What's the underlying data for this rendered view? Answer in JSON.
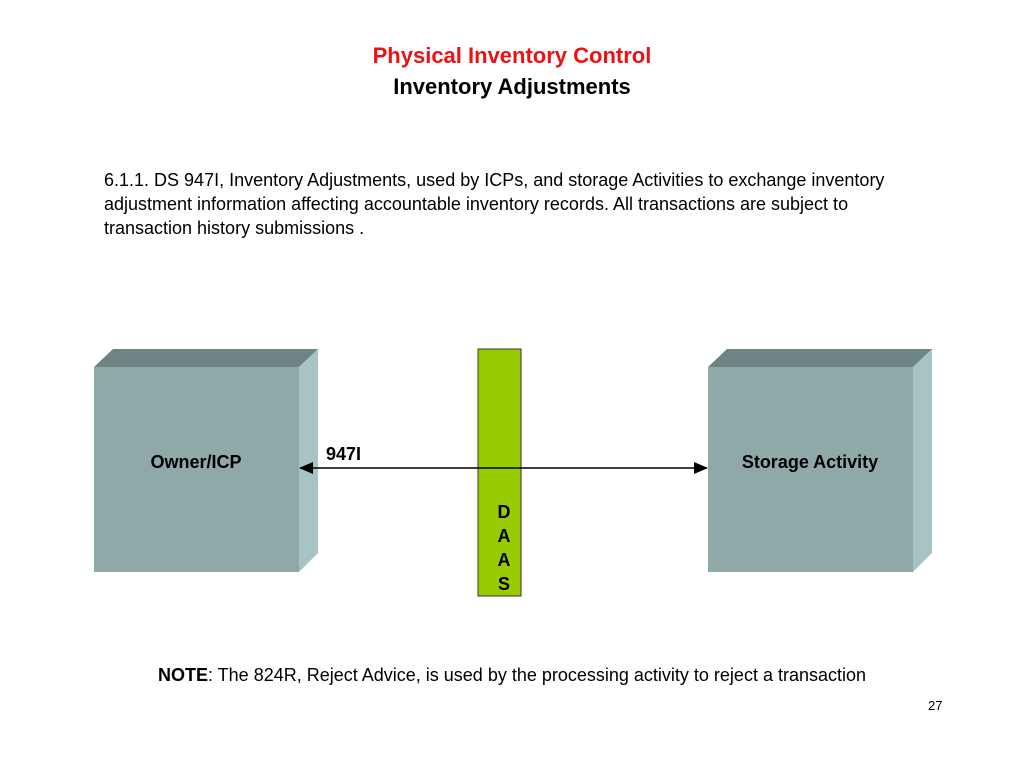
{
  "colors": {
    "title_primary": "#ee1111",
    "title_secondary": "#000000",
    "box_front": "#8fa9a9",
    "box_top": "#6e8383",
    "box_side": "#a8c3c3",
    "daas_bar": "#99cc00",
    "arrow": "#000000"
  },
  "title": {
    "line1": "Physical Inventory Control",
    "line2": "Inventory Adjustments"
  },
  "body_text": "6.1.1. DS 947I, Inventory Adjustments, used by ICPs, and storage Activities to exchange inventory adjustment information affecting accountable inventory records. All transactions are subject to transaction history submissions .",
  "diagram": {
    "left_box": {
      "label": "Owner/ICP"
    },
    "right_box": {
      "label": "Storage Activity"
    },
    "connector": {
      "label": "947I",
      "direction": "bidirectional"
    },
    "center_bar": {
      "letters": [
        "D",
        "A",
        "A",
        "S"
      ]
    }
  },
  "note": {
    "label": "NOTE",
    "text": ": The 824R, Reject Advice, is used by the processing activity to reject a transaction"
  },
  "page_number": "27"
}
